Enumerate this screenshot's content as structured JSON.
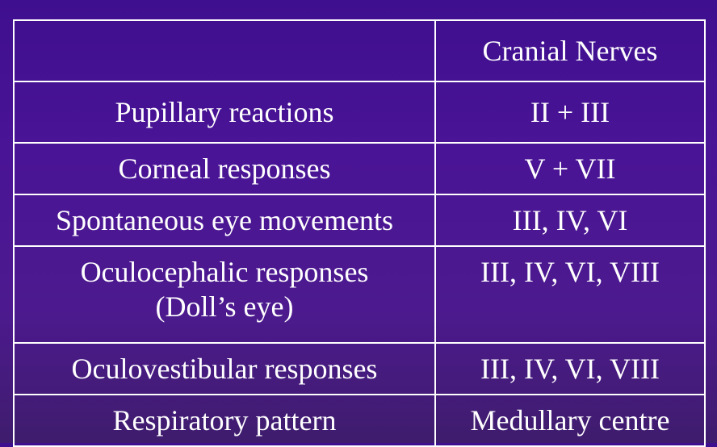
{
  "table": {
    "header": [
      "",
      "Cranial Nerves"
    ],
    "rows": [
      {
        "test_lines": [
          "Pupillary reactions"
        ],
        "nerves": "II + III"
      },
      {
        "test_lines": [
          "Corneal responses"
        ],
        "nerves": "V + VII"
      },
      {
        "test_lines": [
          "Spontaneous eye movements"
        ],
        "nerves": "III, IV, VI"
      },
      {
        "test_lines": [
          "Oculocephalic responses",
          "(Doll’s eye)"
        ],
        "nerves": "III, IV, VI, VIII"
      },
      {
        "test_lines": [
          "Oculovestibular responses"
        ],
        "nerves": "III, IV, VI, VIII"
      },
      {
        "test_lines": [
          "Respiratory pattern"
        ],
        "nerves": "Medullary centre"
      }
    ]
  }
}
